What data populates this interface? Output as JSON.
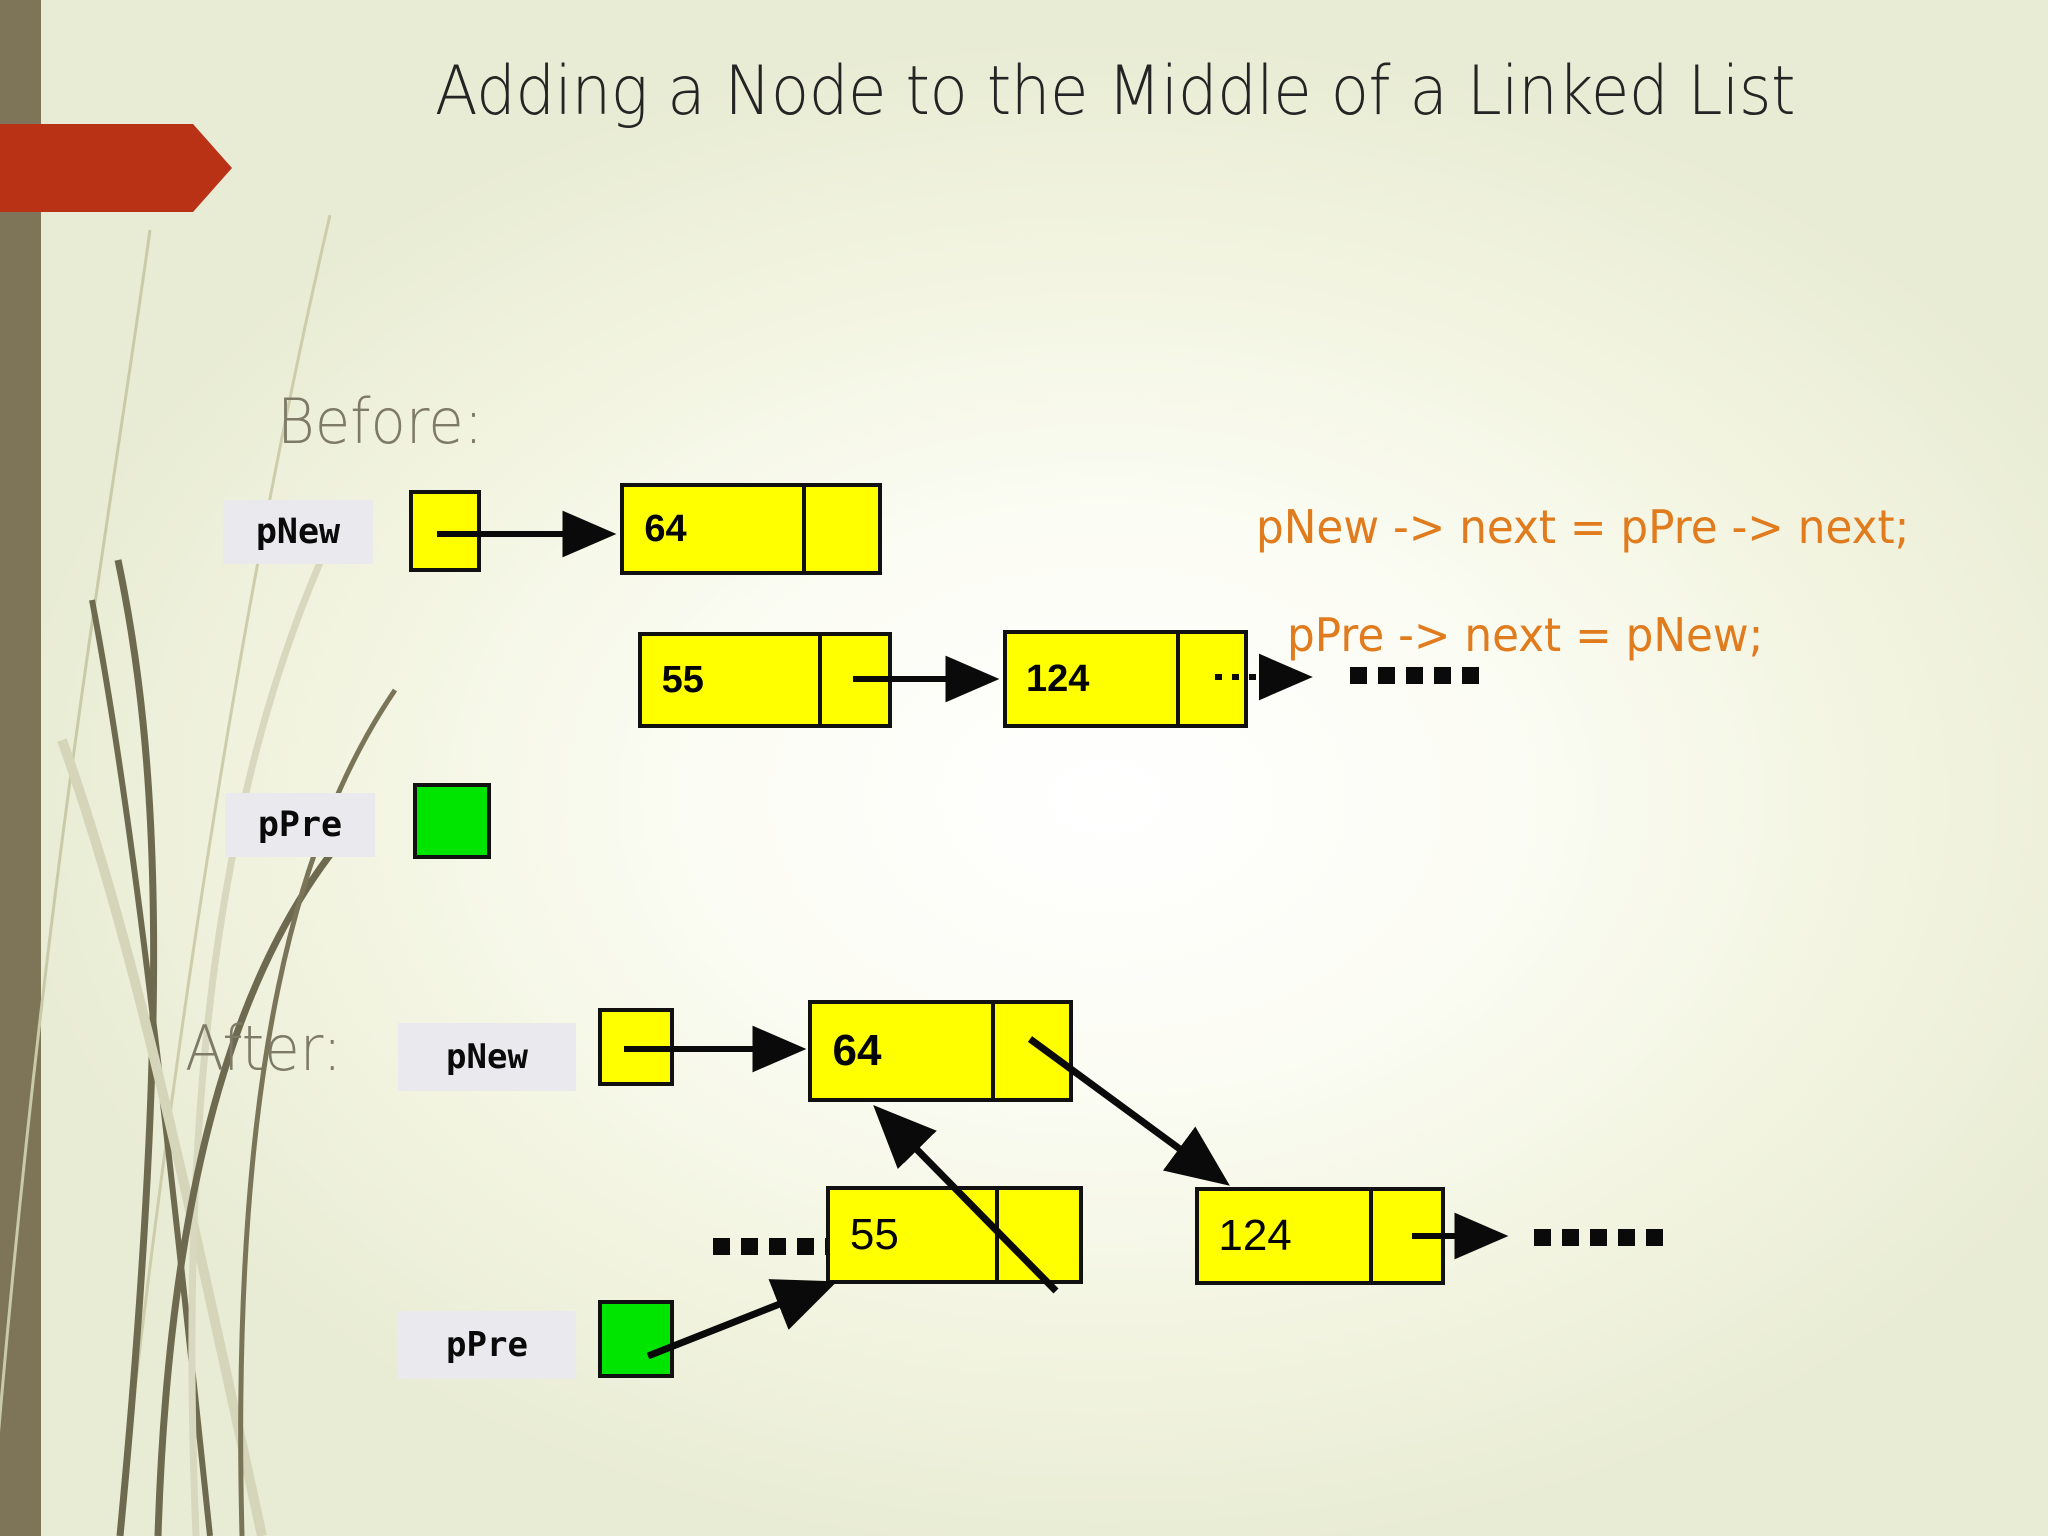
{
  "slide": {
    "title": "Adding a Node to the Middle of a Linked List",
    "background_color": "#eef0dd",
    "accent_banner_color": "#ba3215",
    "left_strip_color": "#7e7558"
  },
  "sections": {
    "before": {
      "heading": "Before:",
      "pointers": [
        {
          "name": "pNew",
          "box_color": "#ffff00"
        },
        {
          "name": "pPre",
          "box_color": "#00e500"
        }
      ],
      "nodes": [
        {
          "value": "64"
        },
        {
          "value": "55"
        },
        {
          "value": "124"
        }
      ],
      "trailing_ellipsis": "....."
    },
    "after": {
      "heading": "After:",
      "pointers": [
        {
          "name": "pNew",
          "box_color": "#ffff00"
        },
        {
          "name": "pPre",
          "box_color": "#00e500"
        }
      ],
      "nodes": [
        {
          "value": "64"
        },
        {
          "value": "55"
        },
        {
          "value": "124"
        }
      ],
      "leading_ellipsis": ".....",
      "trailing_ellipsis": "....."
    }
  },
  "code_lines": [
    {
      "text": "pNew -> next = pPre -> next;",
      "color": "#e07b1e"
    },
    {
      "text": "pPre -> next = pNew;",
      "color": "#e07b1e"
    }
  ]
}
